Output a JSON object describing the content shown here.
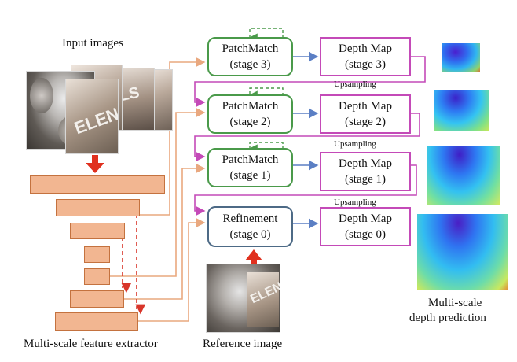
{
  "labels": {
    "input_images": "Input images",
    "feature_extractor": "Multi-scale feature extractor",
    "reference_image": "Reference image",
    "multiscale_line1": "Multi-scale",
    "multiscale_line2": "depth prediction",
    "upsampling": "Upsampling"
  },
  "patchmatch": [
    {
      "name": "PatchMatch",
      "stage": "(stage 3)"
    },
    {
      "name": "PatchMatch",
      "stage": "(stage 2)"
    },
    {
      "name": "PatchMatch",
      "stage": "(stage 1)"
    }
  ],
  "refinement": {
    "name": "Refinement",
    "stage": "(stage 0)"
  },
  "depth_maps": [
    {
      "name": "Depth Map",
      "stage": "(stage 3)"
    },
    {
      "name": "Depth Map",
      "stage": "(stage 2)"
    },
    {
      "name": "Depth Map",
      "stage": "(stage 1)"
    },
    {
      "name": "Depth Map",
      "stage": "(stage 0)"
    }
  ],
  "photo_text": "ELEN",
  "colors": {
    "patchmatch_border": "#4a9a4a",
    "refinement_border": "#4d6a86",
    "depth_border": "#c44ab8",
    "feature_fill": "#f2b691",
    "feature_arrow": "#e9a87f",
    "data_arrow": "#5b7fc4",
    "red_arrow": "#e0301e"
  }
}
